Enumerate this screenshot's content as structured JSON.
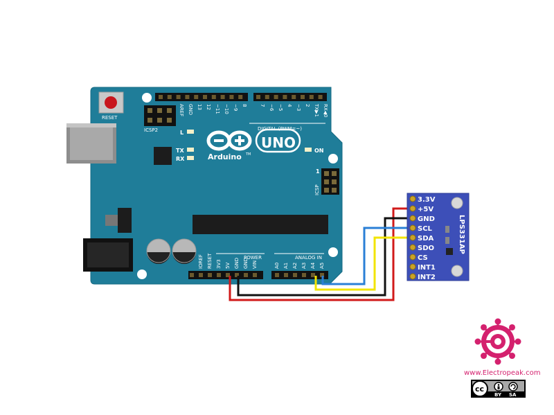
{
  "board": {
    "reset_label": "RESET",
    "icsp2_label": "ICSP2",
    "icsp_label": "ICSP",
    "icsp_pin1": "1",
    "digital_label": "DIGITAL (PWM=~)",
    "digital_pins": [
      "AREF",
      "GND",
      "13",
      "12",
      "~11",
      "~10",
      "~9",
      "8",
      "7",
      "~6",
      "~5",
      "4",
      "~3",
      "2",
      "TX▶1",
      "RX◀0"
    ],
    "led_l": "L",
    "led_tx": "TX",
    "led_rx": "RX",
    "led_on": "ON",
    "logo_uno": "UNO",
    "logo_arduino": "Arduino",
    "logo_tm": "TM",
    "power_label": "POWER",
    "power_pins": [
      "IOREF",
      "RESET",
      "3V3",
      "5V",
      "GND",
      "GND",
      "VIN"
    ],
    "analog_label": "ANALOG IN",
    "analog_pins": [
      "A0",
      "A1",
      "A2",
      "A3",
      "A4",
      "A5"
    ]
  },
  "module": {
    "chip_label": "LPS331AP",
    "pins": [
      "3.3V",
      "+5V",
      "GND",
      "SCL",
      "SDA",
      "SDO",
      "CS",
      "INT1",
      "INT2"
    ]
  },
  "wires": {
    "power_5v_color": "#d11a1a",
    "ground_color": "#111111",
    "scl_color": "#2a7fd6",
    "sda_color": "#f2e400"
  },
  "colors": {
    "board": "#1f7d99",
    "board_dark": "#135c72",
    "module": "#3d4fb8",
    "brand": "#d4216e"
  },
  "branding": {
    "website": "www.Electropeak.com",
    "license_by": "BY",
    "license_sa": "SA",
    "license_cc": "cc"
  }
}
